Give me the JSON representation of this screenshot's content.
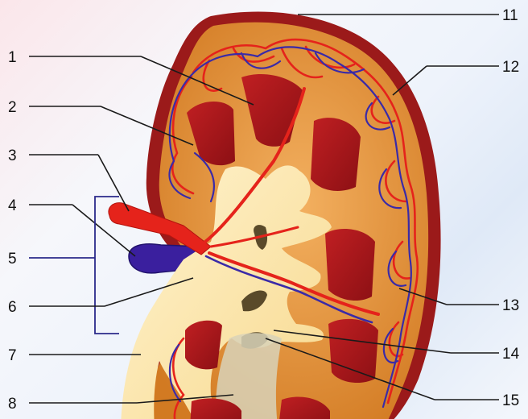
{
  "labels": [
    {
      "id": "1",
      "text": "1"
    },
    {
      "id": "2",
      "text": "2"
    },
    {
      "id": "3",
      "text": "3"
    },
    {
      "id": "4",
      "text": "4"
    },
    {
      "id": "5",
      "text": "5"
    },
    {
      "id": "6",
      "text": "6"
    },
    {
      "id": "7",
      "text": "7"
    },
    {
      "id": "8",
      "text": "8"
    },
    {
      "id": "11",
      "text": "11"
    },
    {
      "id": "12",
      "text": "12"
    },
    {
      "id": "13",
      "text": "13"
    },
    {
      "id": "14",
      "text": "14"
    },
    {
      "id": "15",
      "text": "15"
    }
  ],
  "colors": {
    "capsule": "#9b1a1a",
    "cortex": "#d9852a",
    "pyramid": "#a8151a",
    "pelvis": "#fde8b0",
    "artery": "#e5231b",
    "vein": "#3a2aa8",
    "bracket": "#2b2a8a"
  }
}
